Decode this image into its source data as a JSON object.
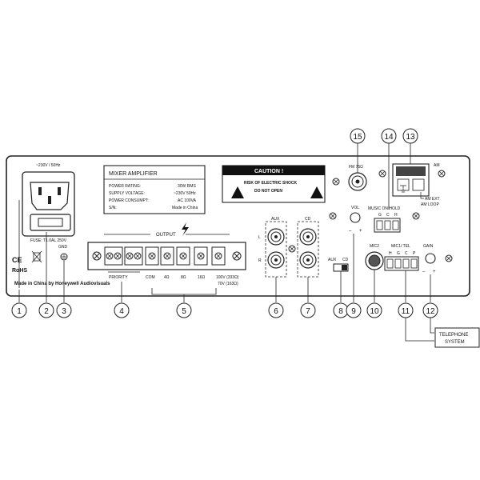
{
  "panel": {
    "power_input": "~230V / 50Hz",
    "fuse": "FUSE: T1.0AL 250V",
    "gnd": "GND",
    "made_in_china_by": "Made in China by Honeywell Audiovisuals",
    "ce": "CE",
    "rohs": "RoHS"
  },
  "rating_box": {
    "title": "MIXER AMPLIFIER",
    "rows": [
      {
        "k": "POWER RATING:",
        "v": "30W RMS"
      },
      {
        "k": "SUPPLY  VOLTAGE:",
        "v": "~230V  50Hz"
      },
      {
        "k": "POWER CONSUMPT:",
        "v": "AC 100VA"
      },
      {
        "k": "S/N:",
        "v": "Made in China"
      }
    ]
  },
  "caution": {
    "title": "CAUTION !",
    "line1": "RISK OF ELECTRIC SHOCK",
    "line2": "DO  NOT  OPEN"
  },
  "output": {
    "title": "OUTPUT",
    "labels": [
      "PRIORITY",
      "COM",
      "4Ω",
      "8Ω",
      "16Ω",
      "100V (333Ω)",
      "70V (163Ω)"
    ]
  },
  "aux": {
    "title": "AUX",
    "l": "L",
    "r": "R"
  },
  "cd": {
    "title": "CD"
  },
  "fm": {
    "title": "FM 75Ω"
  },
  "vol": {
    "title": "VOL",
    "minus": "–",
    "plus": "+"
  },
  "switch": {
    "aux": "AUX",
    "cd": "CD"
  },
  "mic2": {
    "title": "MIC2"
  },
  "music_on_hold": {
    "title": "MUSIC ON HOLD",
    "pins": [
      "G",
      "C",
      "H"
    ]
  },
  "am": {
    "title": "AM",
    "ext": "AM EXT",
    "loop": "AM LOOP"
  },
  "mic1_tel": {
    "title": "MIC1/ TEL",
    "pins": [
      "H",
      "G",
      "C",
      "P"
    ]
  },
  "gain": {
    "title": "GAIN",
    "minus": "–",
    "plus": "+"
  },
  "telephone_system": {
    "line1": "TELEPHONE",
    "line2": "SYSTEM"
  },
  "callouts": [
    "1",
    "2",
    "3",
    "4",
    "5",
    "6",
    "7",
    "8",
    "9",
    "10",
    "11",
    "12",
    "13",
    "14",
    "15"
  ]
}
